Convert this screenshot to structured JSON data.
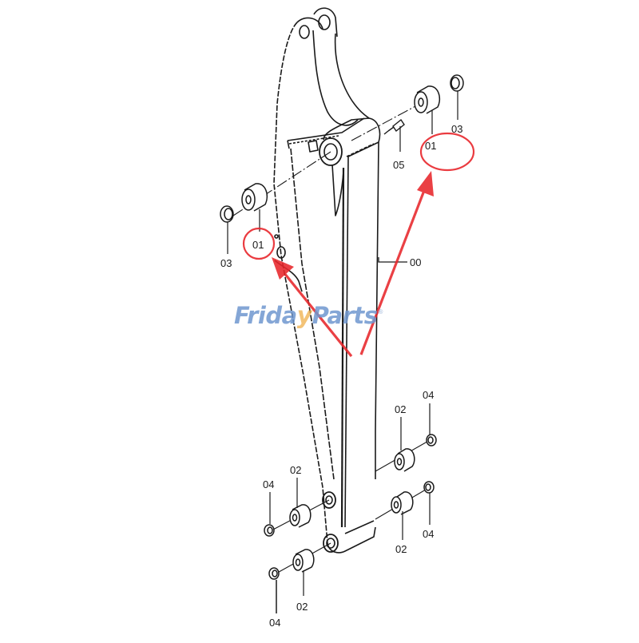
{
  "diagram": {
    "subject": "Excavator arm (stick) exploded parts diagram",
    "colors": {
      "line": "#1a1a1a",
      "annotation_red": "#e8262b",
      "watermark_blue": "#6f97cf",
      "watermark_orange": "#f0b04a"
    },
    "callouts": {
      "arm": "00",
      "bushing_upper_left": "01",
      "bushing_upper_right": "01",
      "seal_upper_left": "03",
      "seal_upper_right": "03",
      "grease_fitting": "05",
      "bushing_lower_right_top": "02",
      "bushing_lower_right_bottom": "02",
      "bushing_lower_left_top": "02",
      "bushing_lower_left_bottom": "02",
      "seal_lower_right_top": "04",
      "seal_lower_right_bottom": "04",
      "seal_lower_left_top": "04",
      "seal_lower_left_bottom": "04"
    },
    "annotations": [
      {
        "type": "circle",
        "target": "01 (left)",
        "color": "#e8262b"
      },
      {
        "type": "circle",
        "target": "01 (right)",
        "color": "#e8262b"
      },
      {
        "type": "arrow",
        "points_to": "01 (left)",
        "color": "#e8262b"
      },
      {
        "type": "arrow",
        "points_to": "01 (right)",
        "color": "#e8262b"
      }
    ]
  },
  "watermark": {
    "part1": "Frida",
    "part2": "y",
    "part3": "Parts",
    "registered": "®"
  }
}
